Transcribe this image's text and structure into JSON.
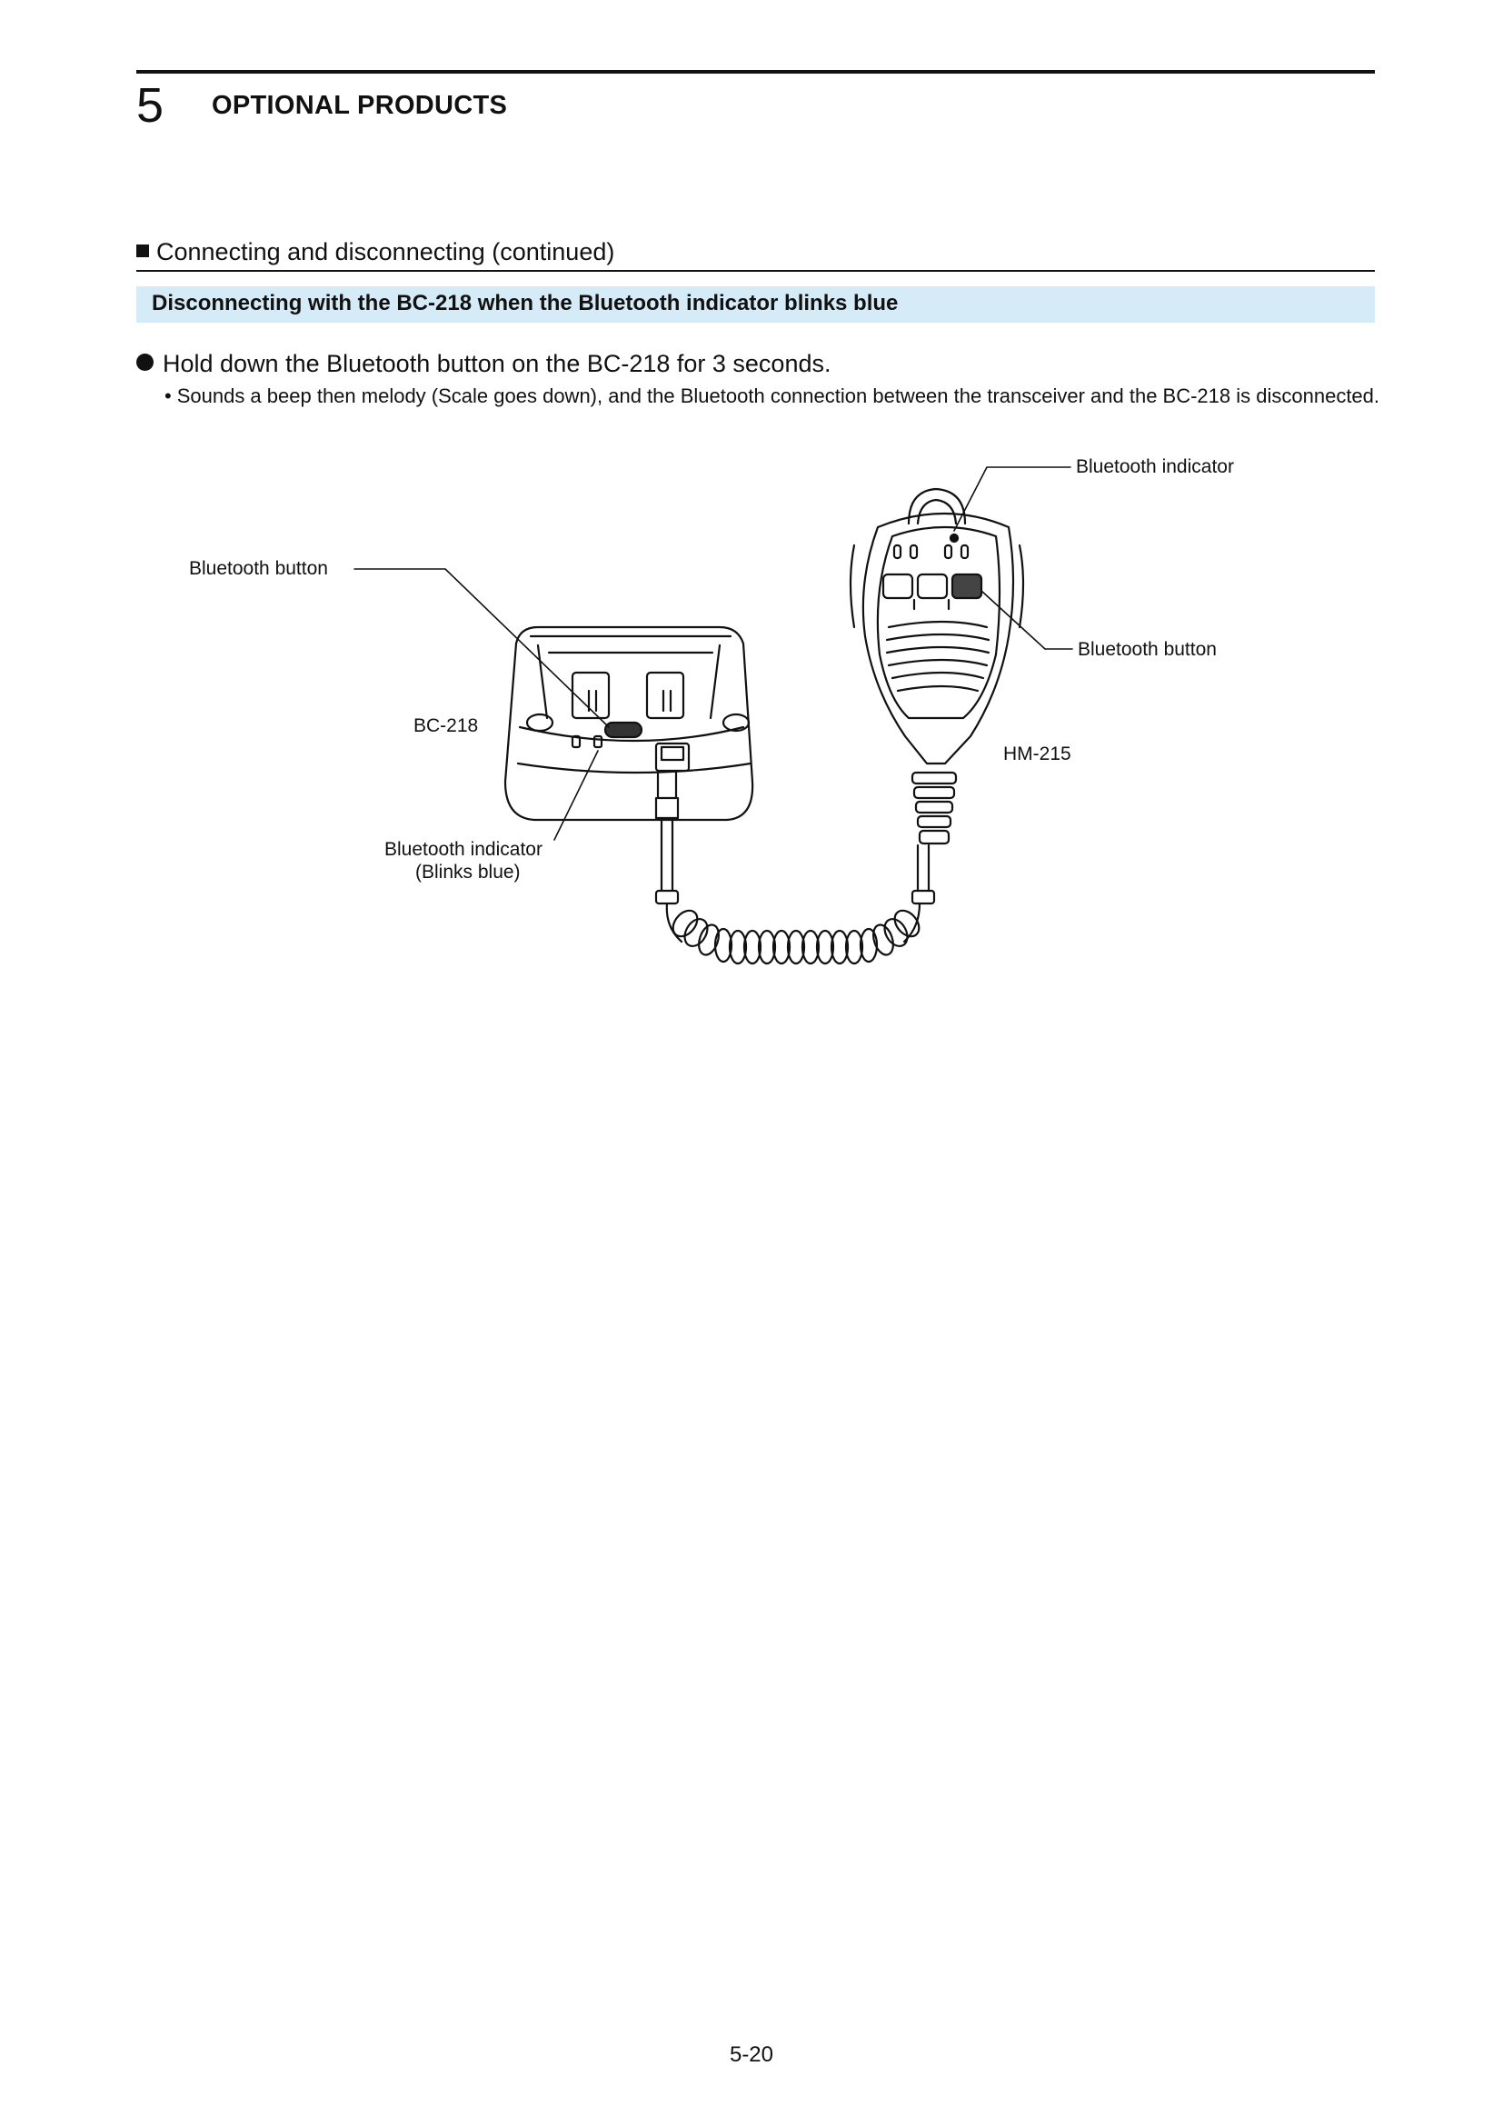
{
  "header": {
    "chapter_number": "5",
    "chapter_title": "OPTIONAL PRODUCTS"
  },
  "section": {
    "title": "Connecting and disconnecting (continued)"
  },
  "subsection": {
    "title": "Disconnecting with the BC-218 when the Bluetooth indicator blinks blue"
  },
  "instruction": {
    "step": "Hold down the Bluetooth button on the BC-218 for 3 seconds.",
    "note_bullet": "•",
    "note": "Sounds a beep then melody (Scale goes down), and the Bluetooth connection between the transceiver and the BC-218 is disconnected."
  },
  "figure": {
    "labels": {
      "mic_indicator": "Bluetooth indicator",
      "charger_button": "Bluetooth button",
      "mic_button": "Bluetooth button",
      "charger_model": "BC-218",
      "mic_model": "HM-215",
      "charger_indicator": "Bluetooth indicator",
      "charger_indicator_state": "(Blinks blue)"
    }
  },
  "footer": {
    "page_number": "5-20"
  }
}
